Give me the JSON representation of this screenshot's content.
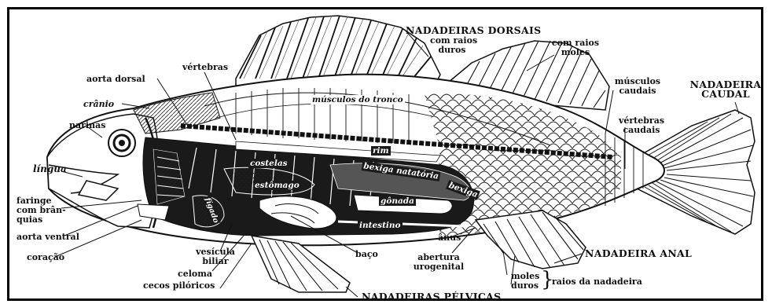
{
  "labels": {
    "nadadeiras_dorsais": "NADADEIRAS DORSAIS",
    "com_raios_duros": "com raios\nduros",
    "com_raios_moles": "com raios\nmoles",
    "vertebras": "vértebras",
    "aorta_dorsal": "aorta dorsal",
    "cranio": "crânio",
    "musculos_do_tronco": "músculos do tronco",
    "musculos_caudais": "músculos\ncaudais",
    "nadadeira_caudal": "NADADEIRA\nCAUDAL",
    "vertebras_caudais": "vértebras\ncaudais",
    "narinas": "narinas",
    "lingua": "língua",
    "rim": "rim",
    "costelas": "costelas",
    "bexiga_natatoria": "bexiga natatória",
    "bexiga": "bexiga",
    "estomago": "estômago",
    "gonada": "gônada",
    "figado": "fígado",
    "intestino": "intestino",
    "faringe": "faringe\ncom brân-\nquias",
    "aorta_ventral": "aorta ventral",
    "coracao": "coração",
    "vesicula_biliar": "vesícula\nbiliar",
    "celoma": "celoma",
    "cecos_piloricos": "cecos pilóricos",
    "baco": "baço",
    "anus": "ânus",
    "abertura_urogenital": "abertura\nurogenital",
    "nadadeira_anal": "NADADEIRA ANAL",
    "moles": "moles",
    "duros": "duros",
    "raios_da_nadadeira": "raios da nadadeira",
    "nadadeiras_pelvicas": "NADADEIRAS PÉLVICAS"
  }
}
